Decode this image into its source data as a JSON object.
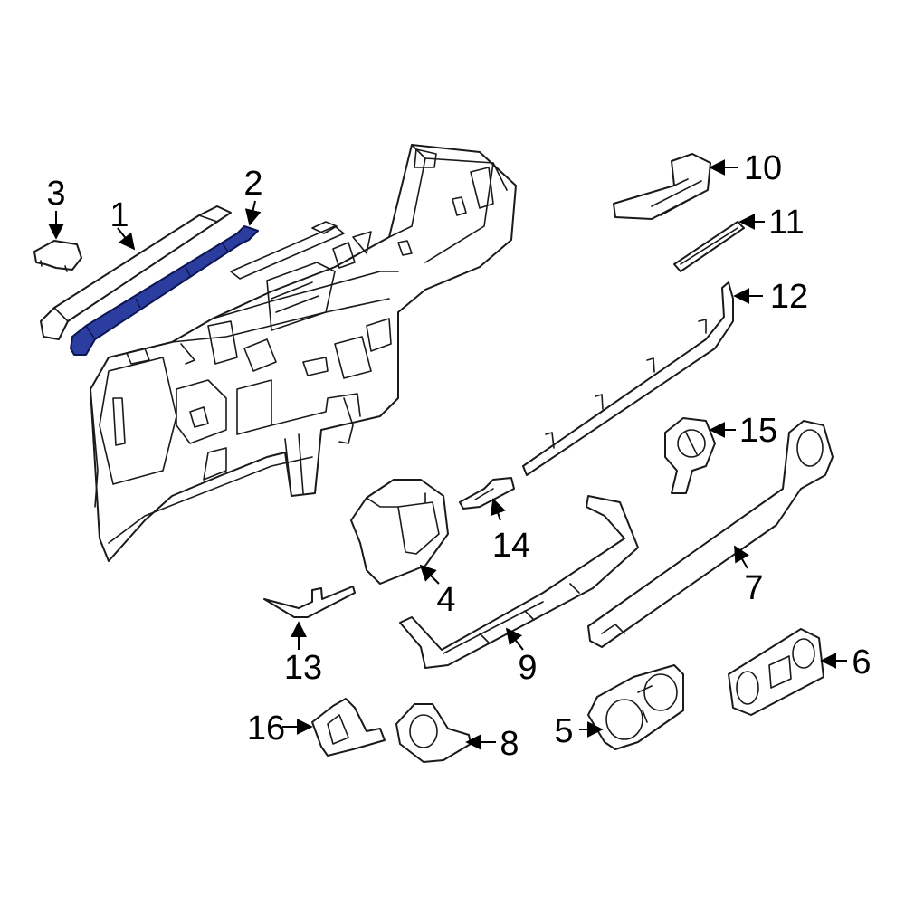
{
  "colors": {
    "highlight": "#2b3d9e",
    "line": "#1a1a1a",
    "background": "#ffffff"
  },
  "callouts": [
    {
      "id": "1",
      "label": "1"
    },
    {
      "id": "2",
      "label": "2"
    },
    {
      "id": "3",
      "label": "3"
    },
    {
      "id": "4",
      "label": "4"
    },
    {
      "id": "5",
      "label": "5"
    },
    {
      "id": "6",
      "label": "6"
    },
    {
      "id": "7",
      "label": "7"
    },
    {
      "id": "8",
      "label": "8"
    },
    {
      "id": "9",
      "label": "9"
    },
    {
      "id": "10",
      "label": "10"
    },
    {
      "id": "11",
      "label": "11"
    },
    {
      "id": "12",
      "label": "12"
    },
    {
      "id": "13",
      "label": "13"
    },
    {
      "id": "14",
      "label": "14"
    },
    {
      "id": "15",
      "label": "15"
    },
    {
      "id": "16",
      "label": "16"
    }
  ],
  "highlighted_part": "2"
}
